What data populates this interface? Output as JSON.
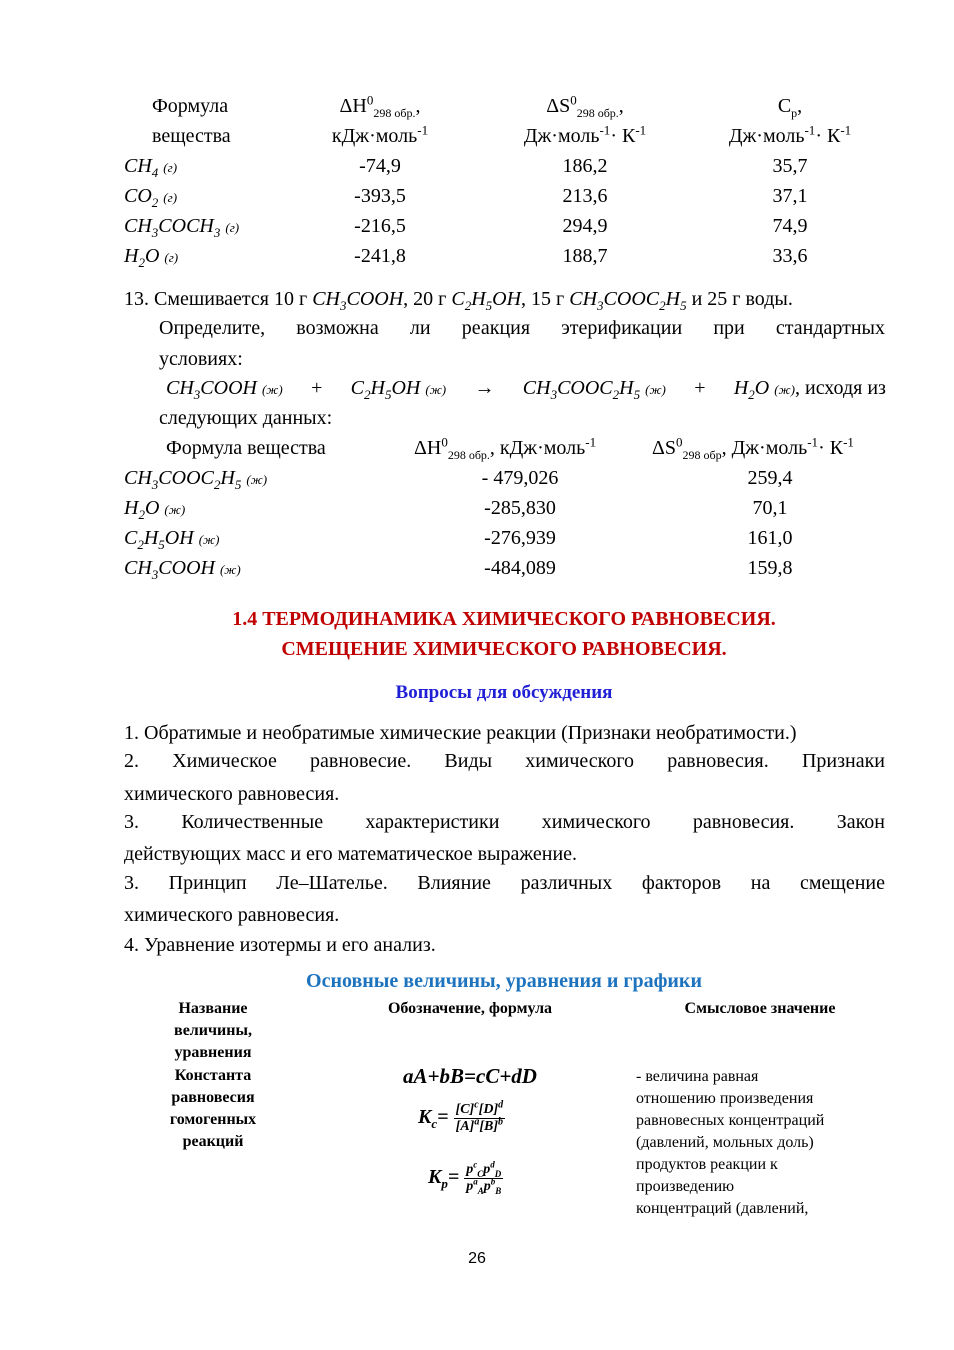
{
  "table1": {
    "headers": [
      {
        "l1": "Формула",
        "l2": "вещества"
      },
      {
        "l1_main": "ΔH",
        "l1_sup": "0",
        "l1_sub": "298 обр.",
        "l1_tail": ",",
        "l2_main": "кДж·моль",
        "l2_sup": "-1"
      },
      {
        "l1_main": "ΔS",
        "l1_sup": "0",
        "l1_sub": "298 обр.",
        "l1_tail": ",",
        "l2_main": "Дж·моль",
        "l2_sup": "-1",
        "l2_mid": "· К",
        "l2_sup2": "-1"
      },
      {
        "l1_main": "C",
        "l1_sub": "p",
        "l1_tail": ",",
        "l2_main": "Дж·моль",
        "l2_sup": "-1",
        "l2_mid": "· К",
        "l2_sup2": "-1"
      }
    ],
    "rows": [
      {
        "formula": "CH",
        "f_sub": "4",
        "phase": "(г)",
        "dh": "-74,9",
        "ds": "186,2",
        "cp": "35,7"
      },
      {
        "formula": "CO",
        "f_sub": "2",
        "phase": "(г)",
        "dh": "-393,5",
        "ds": "213,6",
        "cp": "37,1"
      },
      {
        "formula": "CH",
        "f_sub": "3",
        "formula2": "COCH",
        "f_sub2": "3",
        "phase": "(г)",
        "dh": "-216,5",
        "ds": "294,9",
        "cp": "74,9"
      },
      {
        "formula": "H",
        "f_sub": "2",
        "formula2": "O",
        "phase": "(г)",
        "dh": "-241,8",
        "ds": "188,7",
        "cp": "33,6"
      }
    ]
  },
  "problem13": {
    "number": "13.",
    "line1_a": "Смешивается 10 г ",
    "line1_b": ", 20 г ",
    "line1_c": ", 15 г ",
    "line1_d": " и 25 г воды.",
    "line2": "Определите, возможна ли реакция этерификации при стандартных",
    "line3": "условиях:",
    "reaction_tail": ", исходя из",
    "line5": "следующих данных:",
    "phase_l": "(ж)",
    "arrow": "→",
    "plus": "+"
  },
  "table2": {
    "h1": "Формула вещества",
    "h2_main": "ΔH",
    "h2_sup": "0",
    "h2_sub": "298 обр.",
    "h2_tail": ", кДж·моль",
    "h2_sup2": "-1",
    "h3_main": "ΔS",
    "h3_sup": "0",
    "h3_sub": "298 обр",
    "h3_tail": ", Дж·моль",
    "h3_sup2": "-1",
    "h3_mid": "· К",
    "h3_sup3": "-1",
    "rows": [
      {
        "dh": "- 479,026",
        "ds": "259,4"
      },
      {
        "dh": "-285,830",
        "ds": "70,1"
      },
      {
        "dh": "-276,939",
        "ds": "161,0"
      },
      {
        "dh": "-484,089",
        "ds": "159,8"
      }
    ]
  },
  "section": {
    "title_line1": "1.4 ТЕРМОДИНАМИКА ХИМИЧЕСКОГО РАВНОВЕСИЯ.",
    "title_line2": "СМЕЩЕНИЕ ХИМИЧЕСКОГО РАВНОВЕСИЯ.",
    "questions_title": "Вопросы для обсуждения",
    "q1": "1. Обратимые и необратимые химические реакции (Признаки необратимости.)",
    "q2_l1": "2. Химическое равновесие. Виды химического равновесия. Признаки",
    "q2_l2": "химического равновесия.",
    "q3_l1": "3. Количественные характеристики химического равновесия. Закон",
    "q3_l2": "действующих масс и его математическое выражение.",
    "q4_l1": "3. Принцип Ле–Шателье. Влияние различных факторов на смещение",
    "q4_l2": "химического равновесия.",
    "q5": "4. Уравнение изотермы и его анализ.",
    "basics_title": "Основные величины, уравнения и графики"
  },
  "table3": {
    "h1": [
      "Название",
      "величины,",
      "уравнения"
    ],
    "h2": "Обозначение, формула",
    "h3": "Смысловое значение",
    "row1_name": [
      "Константа",
      "равновесия",
      "гомогенных",
      "реакций"
    ],
    "equation": "aA+bB=cC+dD",
    "kc_label": "K",
    "kc_sub": "c",
    "kc_num": "[C]ᶜ[D]ᵈ",
    "kc_den": "[A]ᵃ[B]ᵇ",
    "kp_label": "K",
    "kp_sub": "p",
    "kp_num": "pᶜ꜀pᵈ_D",
    "kp_den": "pᵃ_Apᵇ_B",
    "meaning": [
      "- величина равная",
      "отношению произведения",
      "равновесных концентраций",
      "(давлений, мольных доль)",
      "продуктов реакции к",
      "произведению",
      "концентраций (давлений,"
    ]
  },
  "footer": {
    "page_number": "26"
  }
}
